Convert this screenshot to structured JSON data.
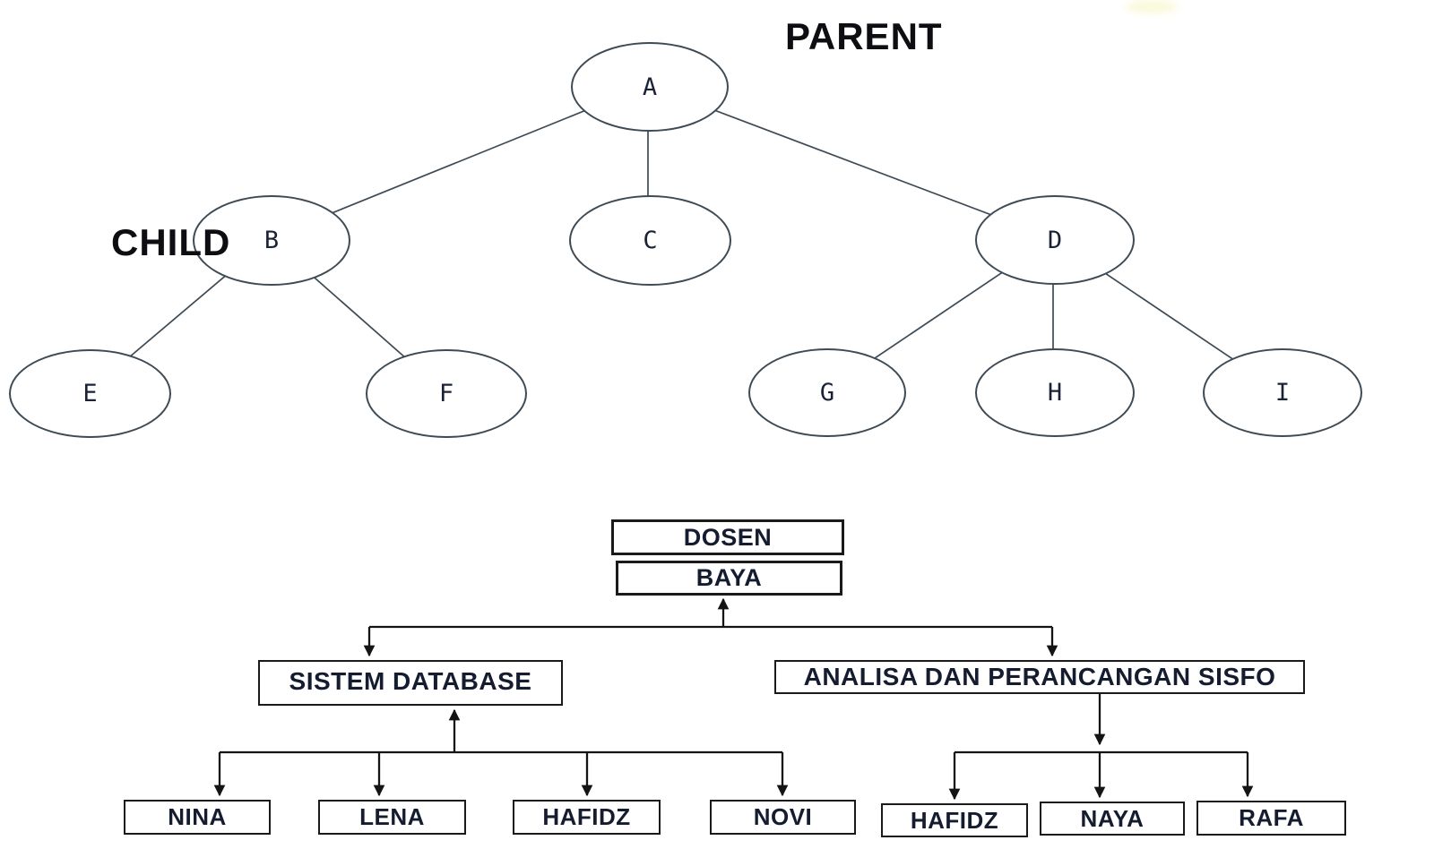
{
  "tree_diagram": {
    "annotations": {
      "parent": "PARENT",
      "child": "CHILD"
    },
    "nodes": {
      "a": "A",
      "b": "B",
      "c": "C",
      "d": "D",
      "e": "E",
      "f": "F",
      "g": "G",
      "h": "H",
      "i": "I"
    },
    "edges": [
      [
        "A",
        "B"
      ],
      [
        "A",
        "C"
      ],
      [
        "A",
        "D"
      ],
      [
        "B",
        "E"
      ],
      [
        "B",
        "F"
      ],
      [
        "D",
        "G"
      ],
      [
        "D",
        "H"
      ],
      [
        "D",
        "I"
      ]
    ]
  },
  "org_chart": {
    "root": {
      "title_top": "DOSEN",
      "title_bottom": "BAYA"
    },
    "branches": [
      {
        "label": "SISTEM DATABASE",
        "members": [
          "NINA",
          "LENA",
          "HAFIDZ",
          "NOVI"
        ]
      },
      {
        "label": "ANALISA DAN PERANCANGAN SISFO",
        "members": [
          "HAFIDZ",
          "NAYA",
          "RAFA"
        ]
      }
    ]
  },
  "colors": {
    "background": "#ffffff",
    "tree_line": "#3e4a54",
    "org_line": "#141414",
    "text": "#151c30"
  }
}
